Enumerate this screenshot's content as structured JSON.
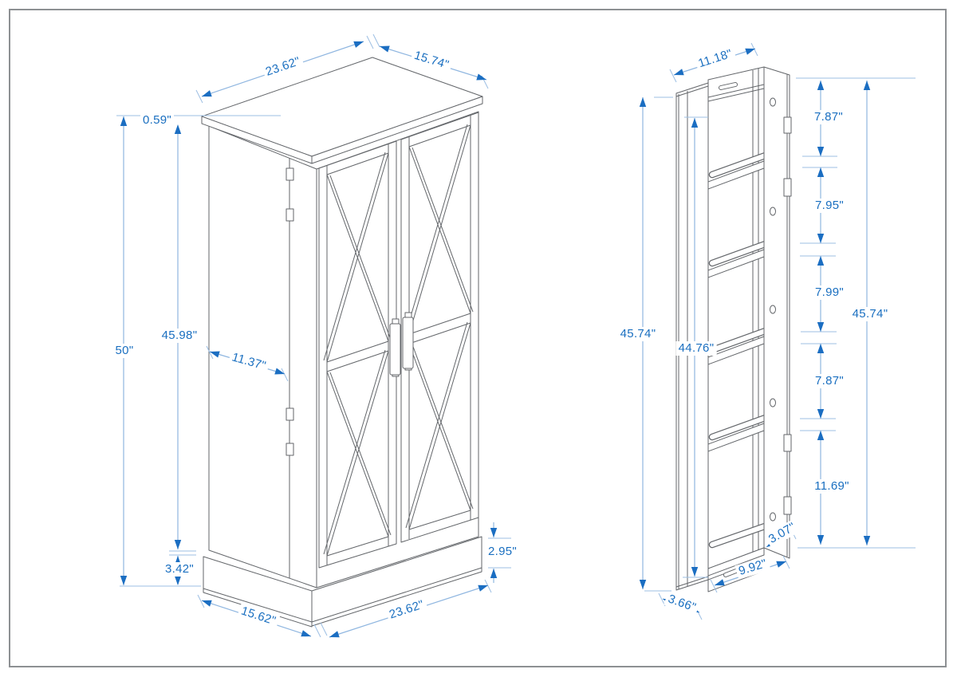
{
  "drawing": {
    "type": "furniture dimension line drawing",
    "views": {
      "front_isometric": {
        "name": "cabinet front isometric view",
        "dims": {
          "top_width": "23.62\"",
          "top_depth": "15.74\"",
          "top_thickness": "0.59\"",
          "overall_height": "50\"",
          "body_height": "45.98\"",
          "side_front_width": "11.37\"",
          "base_height": "3.42\"",
          "plinth_height": "2.95\"",
          "base_depth": "15.62\"",
          "base_width": "23.62\""
        }
      },
      "side_section": {
        "name": "side rack section view",
        "dims": {
          "top_width": "11.18\"",
          "section_1": "7.87\"",
          "section_2": "7.95\"",
          "section_3": "7.99\"",
          "section_4": "7.87\"",
          "section_5": "11.69\"",
          "height_left": "45.74\"",
          "interior_height": "44.76\"",
          "height_right": "45.74\"",
          "shelf_depth": "3.07\"",
          "bottom_width": "9.92\"",
          "side_depth": "3.66\""
        }
      }
    },
    "colors": {
      "line_art": "#63666a",
      "dimension_line": "#8fb6e0",
      "dimension_text": "#1a6fc0",
      "border": "#8d9093",
      "background": "#ffffff"
    }
  }
}
